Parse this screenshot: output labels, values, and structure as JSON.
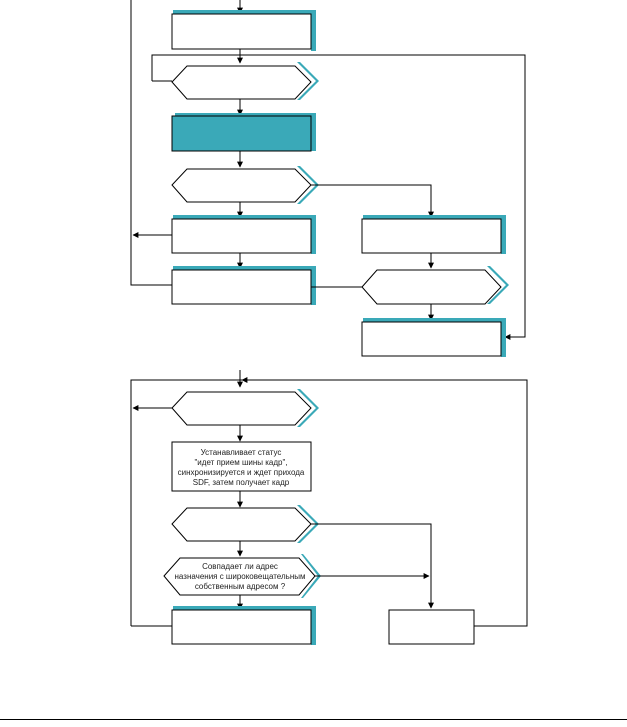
{
  "diagram": {
    "accent_color": "#3aa9b8",
    "n1_text": "",
    "n2_text": "",
    "n3_text": "",
    "n4_text": "",
    "n5_text": "",
    "n6_text": "",
    "n7_text": "",
    "n8_text": "",
    "n9_text": "",
    "m1_text": "",
    "m2_line1": "Устанавливает статус",
    "m2_line2": "\"идет прием шины кадр\",",
    "m2_line3": "синхронизируется и ждет прихода",
    "m2_line4": "SDF, затем получает кадр",
    "m3_text": "",
    "m4_line1": "Совпадает ли адрес",
    "m4_line2": "назначения с широковещательным",
    "m4_line3": "собственным адресом ?",
    "m5_text": "",
    "m6_text": ""
  }
}
